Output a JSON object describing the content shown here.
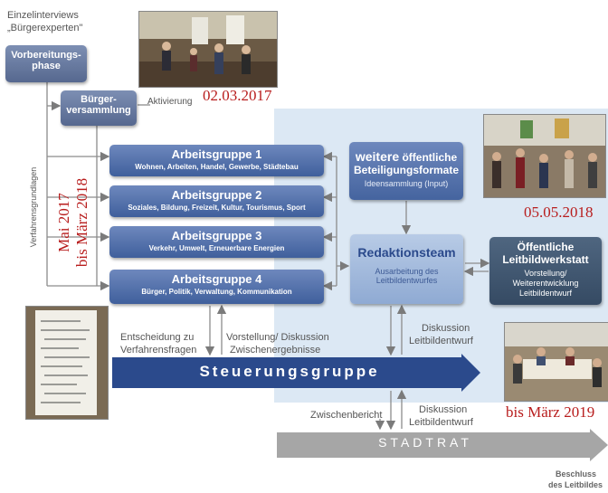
{
  "header": {
    "line1": "Einzelinterviews",
    "line2": "„Bürgerexperten\""
  },
  "phases": {
    "vorbereitung_line1": "Vorbereitungs-",
    "vorbereitung_line2": "phase",
    "buergerversammlung_line1": "Bürger-",
    "buergerversammlung_line2": "versammlung",
    "aktivierung": "Aktivierung",
    "date_aktivierung": "02.03.2017",
    "verfahrensgrundlagen": "Verfahrensgrundlagen",
    "period_line1": "Mai 2017",
    "period_line2": "bis März 2018"
  },
  "arbeitsgruppen": [
    {
      "title": "Arbeitsgruppe 1",
      "topics": "Wohnen, Arbeiten, Handel, Gewerbe, Städtebau"
    },
    {
      "title": "Arbeitsgruppe 2",
      "topics": "Soziales, Bildung, Freizeit, Kultur, Tourismus, Sport"
    },
    {
      "title": "Arbeitsgruppe 3",
      "topics": "Verkehr, Umwelt, Erneuerbare Energien"
    },
    {
      "title": "Arbeitsgruppe 4",
      "topics": "Bürger, Politik, Verwaltung, Kommunikation"
    }
  ],
  "weitere": {
    "bold": "weitere",
    "title_rest": "öffentliche",
    "line2": "Beteiligungsformate",
    "sub": "Ideensammlung (Input)"
  },
  "redaktion": {
    "title": "Redaktionsteam",
    "sub_line1": "Ausarbeitung des",
    "sub_line2": "Leitbildentwurfes"
  },
  "werkstatt": {
    "line1": "Öffentliche",
    "line2": "Leitbildwerkstatt",
    "sub1": "Vorstellung/",
    "sub2": "Weiterentwicklung",
    "sub3": "Leitbildentwurf",
    "date": "05.05.2018"
  },
  "labels": {
    "entscheidung_1": "Entscheidung zu",
    "entscheidung_2": "Verfahrensfragen",
    "vorstellung_1": "Vorstellung/ Diskussion",
    "vorstellung_2": "Zwischenergebnisse",
    "diskussion_a_1": "Diskussion",
    "diskussion_a_2": "Leitbildentwurf",
    "zwischenbericht": "Zwischenbericht",
    "diskussion_b_1": "Diskussion",
    "diskussion_b_2": "Leitbildentwurf",
    "date_maerz": "bis März 2019",
    "beschluss_1": "Beschluss",
    "beschluss_2": "des Leitbildes"
  },
  "steuerungsgruppe": "Steuerungsgruppe",
  "stadtrat": "STADTRAT",
  "colors": {
    "box_blue": "#4a6aa8",
    "dark_arrow": "#2b4a8c",
    "light_panel": "#dde8f4",
    "gray_arrow": "#a6a6a6",
    "date_red": "#b81d1d"
  }
}
